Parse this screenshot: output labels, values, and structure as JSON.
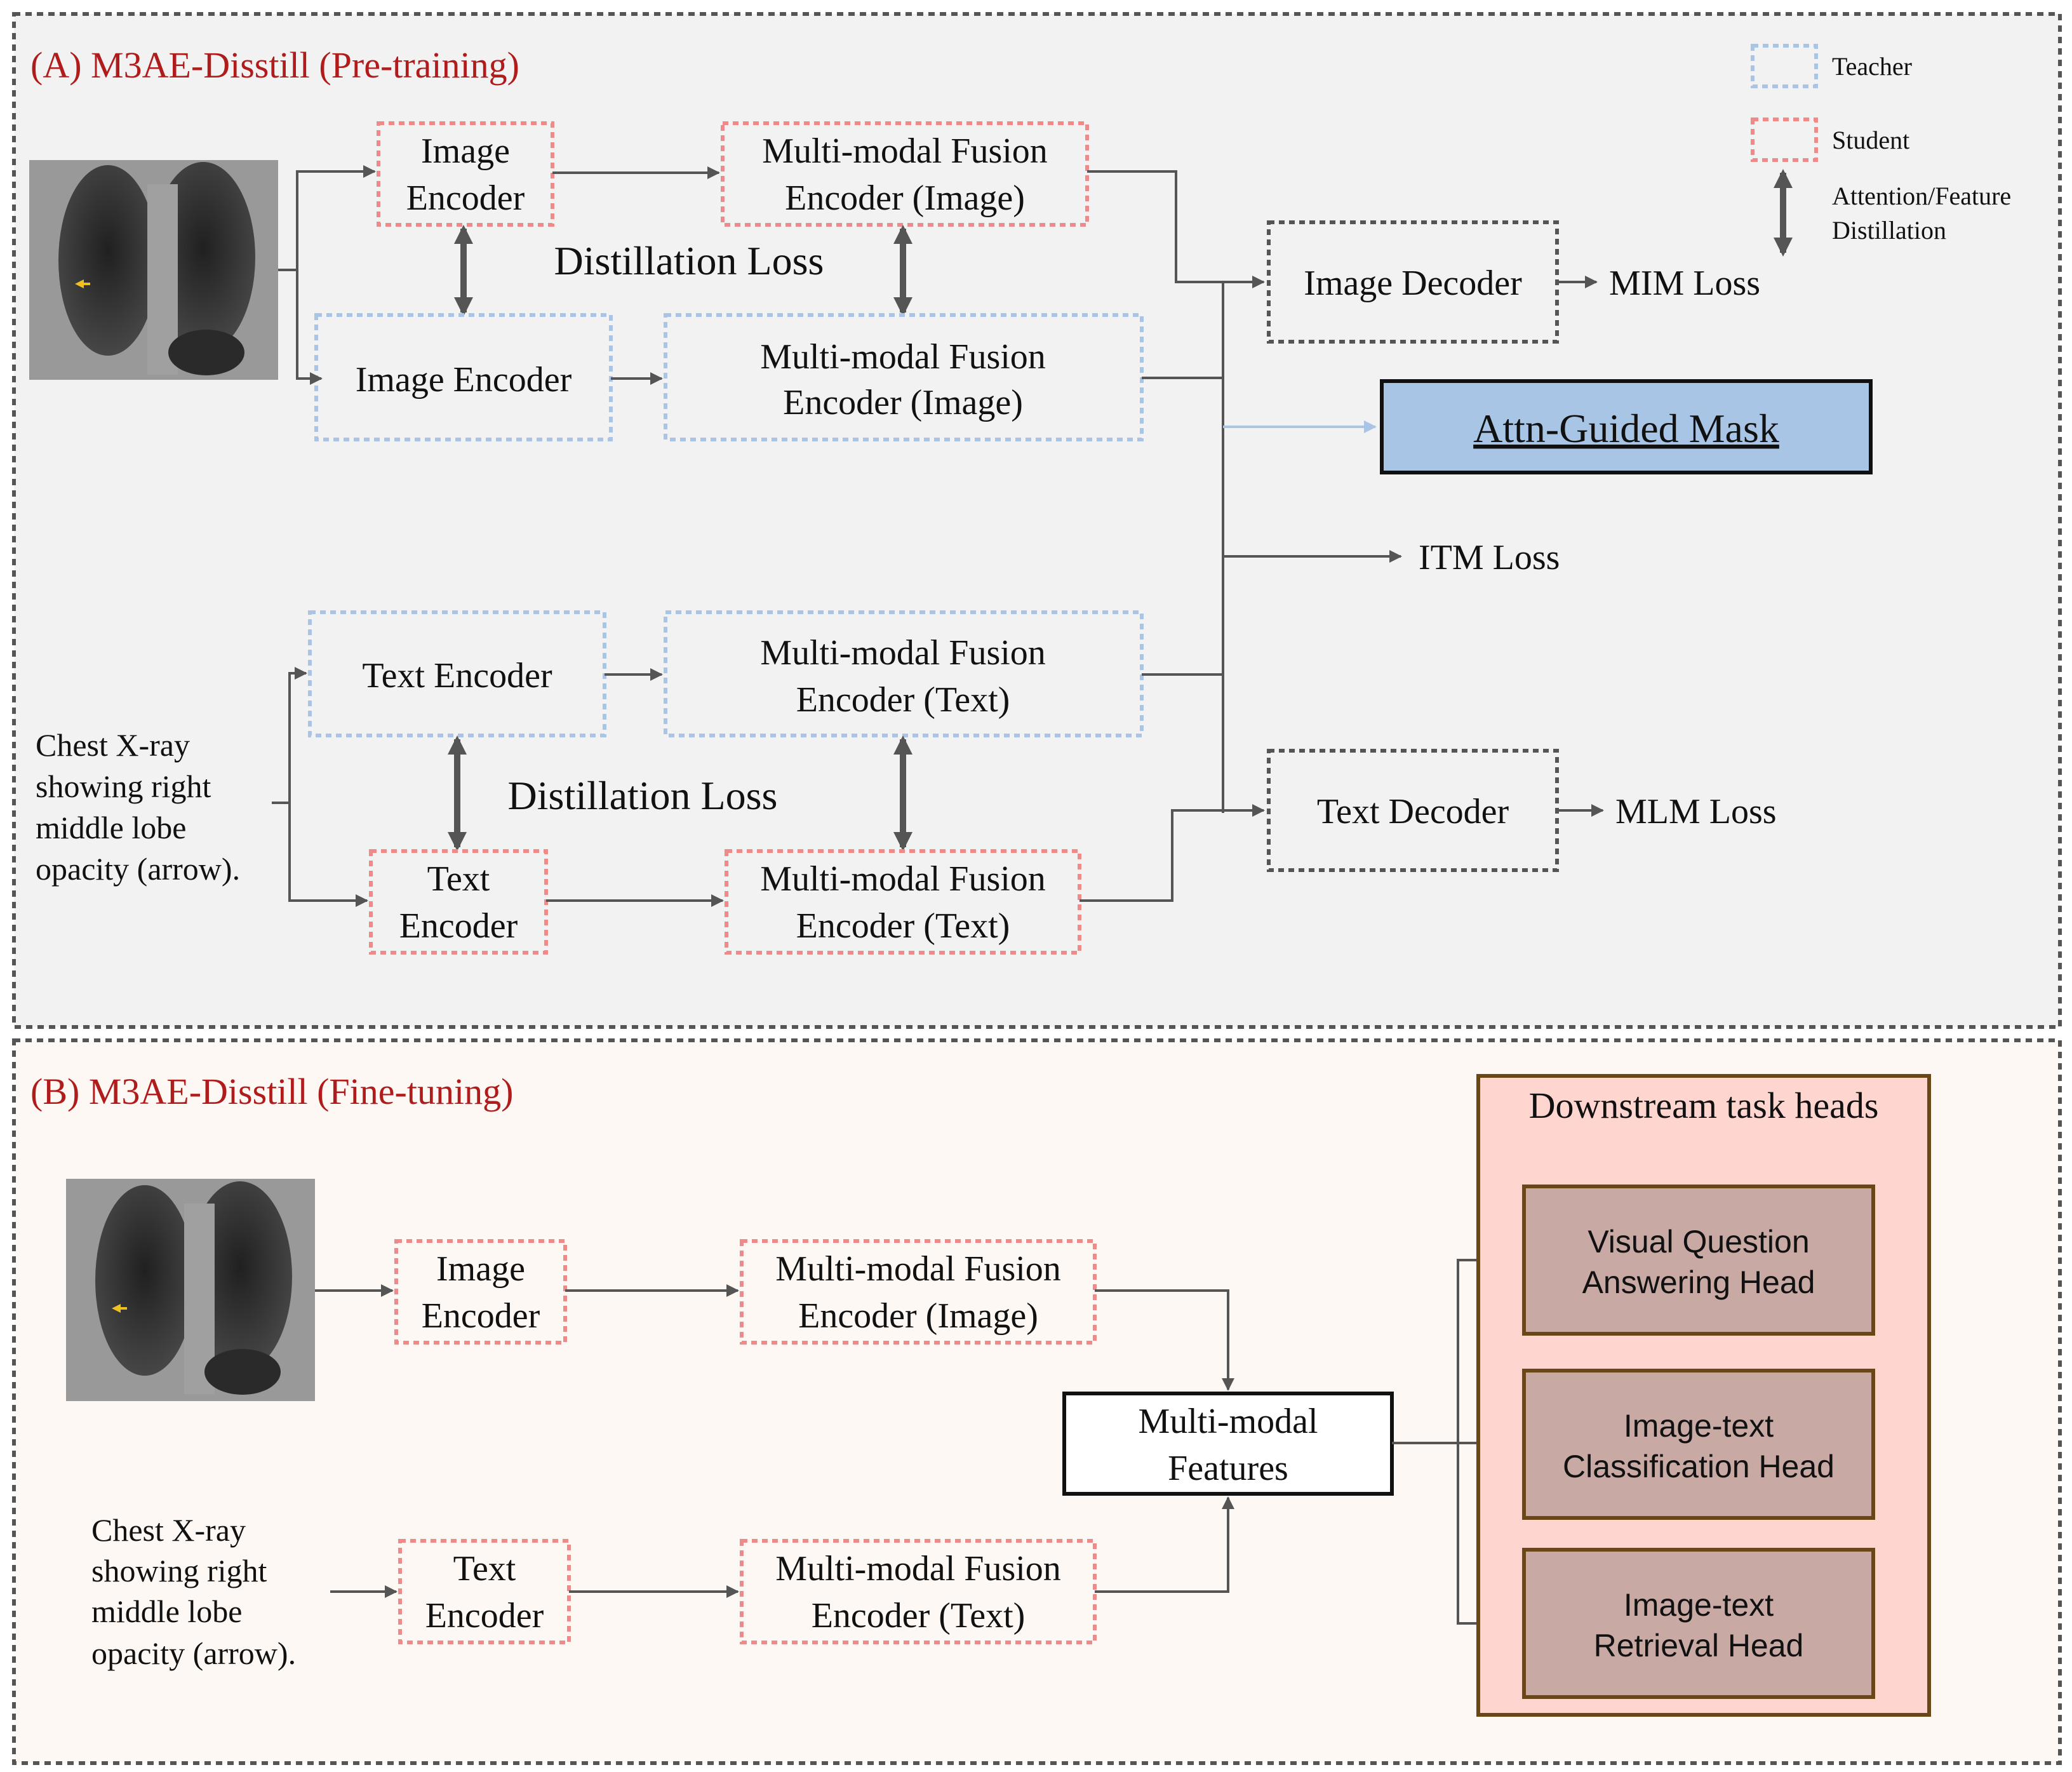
{
  "pretraining": {
    "title": "(A) M3AE-Disstill (Pre-training)",
    "legend": {
      "teacher": "Teacher",
      "student": "Student",
      "distill_line1": "Attention/Feature",
      "distill_line2": "Distillation"
    },
    "student_image_encoder": [
      "Image",
      "Encoder"
    ],
    "teacher_image_encoder": "Image Encoder",
    "student_fusion_image": [
      "Multi-modal Fusion",
      "Encoder (Image)"
    ],
    "teacher_fusion_image": [
      "Multi-modal Fusion",
      "Encoder (Image)"
    ],
    "distill_loss_top": "Distillation Loss",
    "image_decoder": "Image Decoder",
    "mim_loss": "MIM Loss",
    "attn_guided_mask": "Attn-Guided Mask",
    "itm_loss": "ITM Loss",
    "teacher_text_encoder": "Text Encoder",
    "teacher_fusion_text": [
      "Multi-modal Fusion",
      "Encoder (Text)"
    ],
    "distill_loss_bottom": "Distillation Loss",
    "student_text_encoder": [
      "Text",
      "Encoder"
    ],
    "student_fusion_text": [
      "Multi-modal Fusion",
      "Encoder (Text)"
    ],
    "text_decoder": "Text Decoder",
    "mlm_loss": "MLM Loss",
    "caption": [
      "Chest X-ray",
      "showing right",
      "middle lobe",
      "opacity (arrow)."
    ]
  },
  "finetuning": {
    "title": "(B) M3AE-Disstill (Fine-tuning)",
    "image_encoder": [
      "Image",
      "Encoder"
    ],
    "fusion_image": [
      "Multi-modal Fusion",
      "Encoder (Image)"
    ],
    "text_encoder": [
      "Text",
      "Encoder"
    ],
    "fusion_text": [
      "Multi-modal Fusion",
      "Encoder (Text)"
    ],
    "features": [
      "Multi-modal",
      "Features"
    ],
    "heads_title": "Downstream task heads",
    "vqa_head": [
      "Visual Question",
      "Answering Head"
    ],
    "cls_head": [
      "Image-text",
      "Classification Head"
    ],
    "ret_head": [
      "Image-text",
      "Retrieval Head"
    ],
    "caption": [
      "Chest X-ray",
      "showing right",
      "middle lobe",
      "opacity (arrow)."
    ]
  },
  "colors": {
    "teacher": "#a9c4e4",
    "student": "#ef8a8a",
    "title_red": "#b01c1c",
    "arrow": "#555555",
    "mask_fill": "#a9c5e6",
    "panel_a_bg": "#f2f2f2",
    "panel_b_bg": "#fdf8f3",
    "heads_bg": "#ffd5cf",
    "heads_border": "#6b4617",
    "head_box_fill": "#c9a9a4"
  },
  "icons": [
    "chest-xray-image",
    "double-arrow-icon",
    "arrow-icon"
  ]
}
